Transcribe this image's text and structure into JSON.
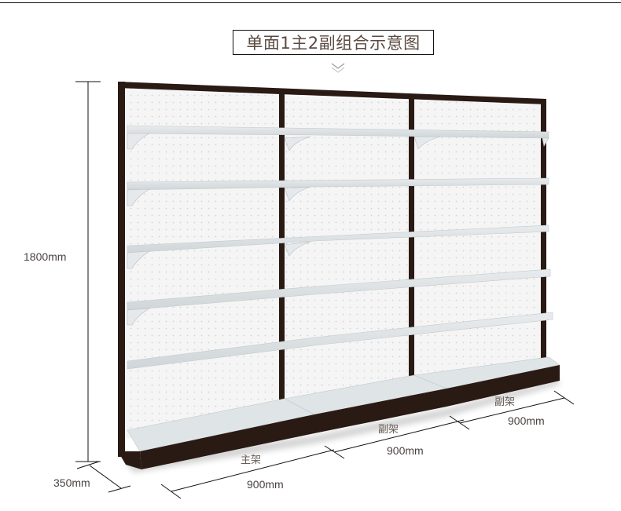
{
  "title": "单面1主2副组合示意图",
  "scroll_hint_icon": "double-chevron-down-icon",
  "dimensions": {
    "height": "1800mm",
    "depth": "350mm",
    "width_main": "900mm",
    "width_sub1": "900mm",
    "width_sub2": "900mm"
  },
  "sections": {
    "main": "主架",
    "sub1": "副架",
    "sub2": "副架"
  },
  "colors": {
    "frame": "#2a1a14",
    "panel": "#f4f4f4",
    "shelf": "#dfe3e6",
    "text": "#4a4340"
  },
  "shelf_unit": {
    "bays": 3,
    "shelves_per_bay": 6,
    "back_panel": "pegboard"
  }
}
